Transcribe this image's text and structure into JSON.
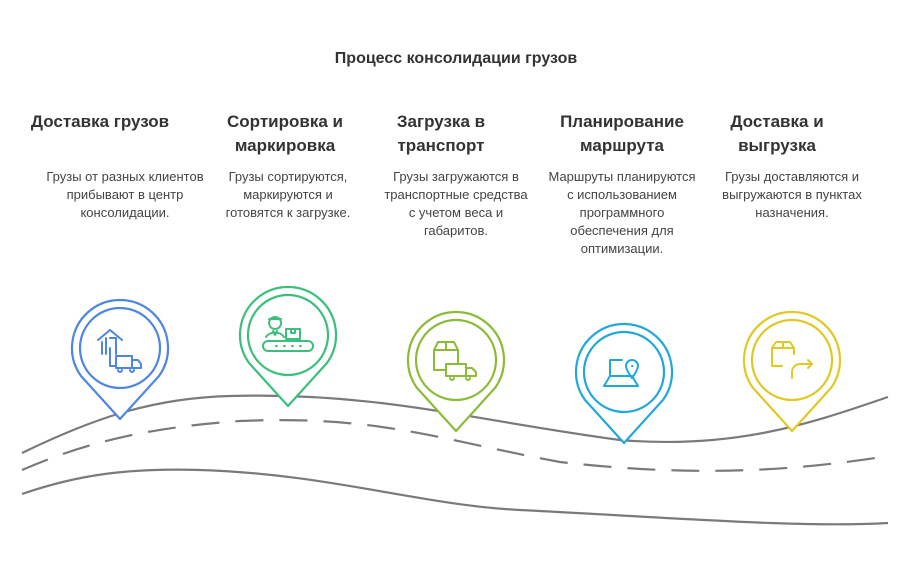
{
  "title": "Процесс консолидации грузов",
  "steps": [
    {
      "heading": "Доставка грузов",
      "text": "Грузы от разных клиентов прибывают в центр консолидации.",
      "icon": "warehouse-truck-icon",
      "color": "#4f86e0"
    },
    {
      "heading": "Сортировка и маркировка",
      "text": "Грузы сортируются, маркируются и готовятся к загрузке.",
      "icon": "worker-conveyor-icon",
      "color": "#3cbf7c"
    },
    {
      "heading": "Загрузка в транспорт",
      "text": "Грузы загружаются в транспортные средства с учетом веса и габаритов.",
      "icon": "box-truck-icon",
      "color": "#8cbb38"
    },
    {
      "heading": "Планирование маршрута",
      "text": "Маршруты планируются с использованием программного обеспечения для оптимизации.",
      "icon": "laptop-location-icon",
      "color": "#22a8d8"
    },
    {
      "heading": "Доставка и выгрузка",
      "text": "Грузы доставляются и выгружаются в пунктах назначения.",
      "icon": "box-forward-icon",
      "color": "#e2c822"
    }
  ]
}
